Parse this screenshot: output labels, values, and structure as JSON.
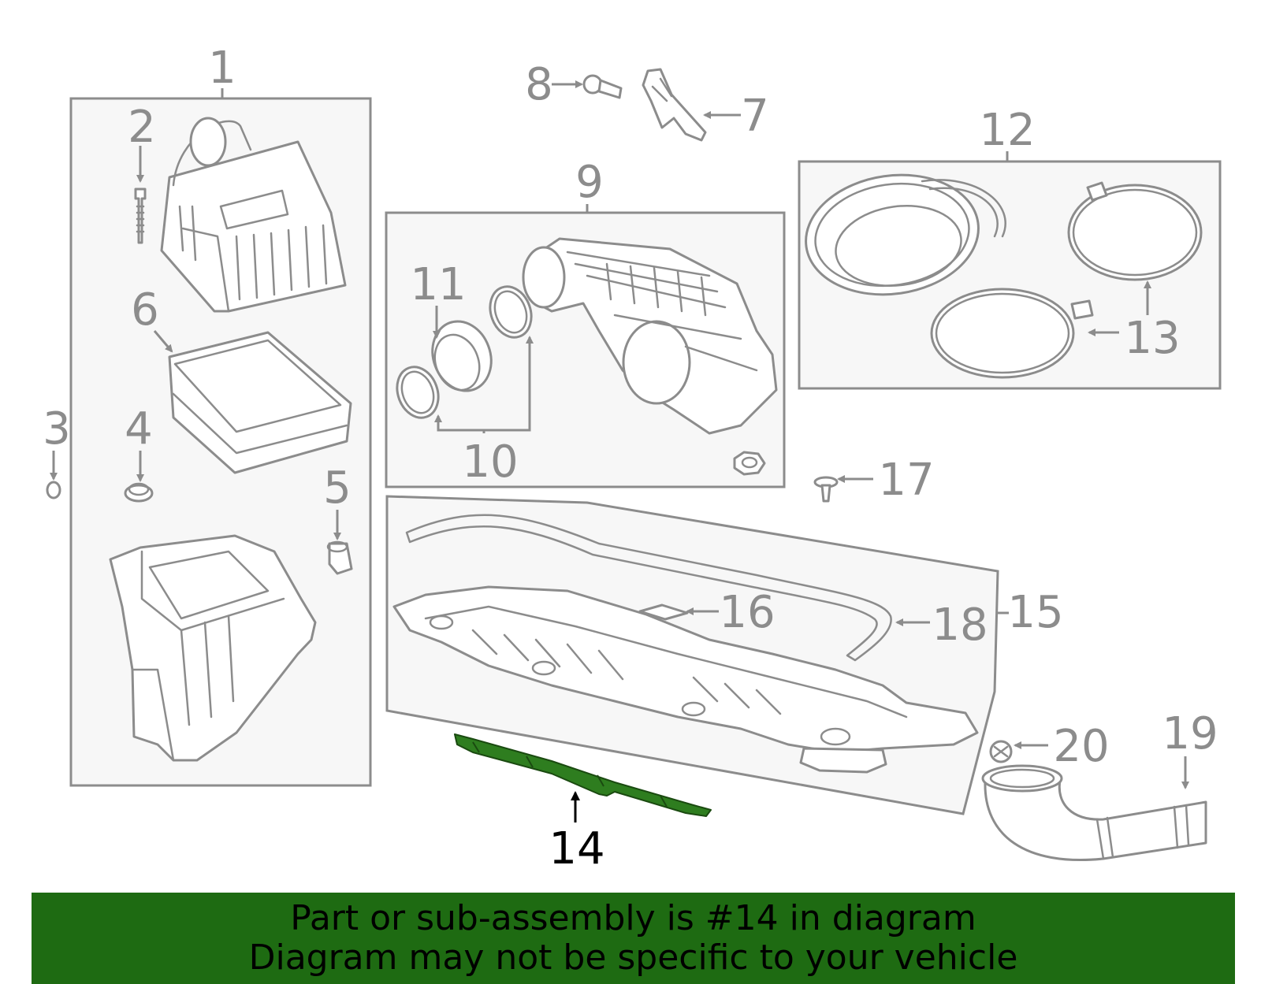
{
  "callouts": [
    "1",
    "2",
    "3",
    "4",
    "5",
    "6",
    "7",
    "8",
    "9",
    "10",
    "11",
    "12",
    "13",
    "14",
    "15",
    "16",
    "17",
    "18",
    "19",
    "20"
  ],
  "highlight": {
    "part_number": "14",
    "color": "#2e7d1f"
  },
  "banner": {
    "line1": "Part or sub-assembly is #14 in diagram",
    "line2": "Diagram may not be specific to your vehicle",
    "color": "#1e6b12"
  },
  "colors": {
    "line": "#8c8c8c",
    "box_fill": "#f7f7f7"
  }
}
